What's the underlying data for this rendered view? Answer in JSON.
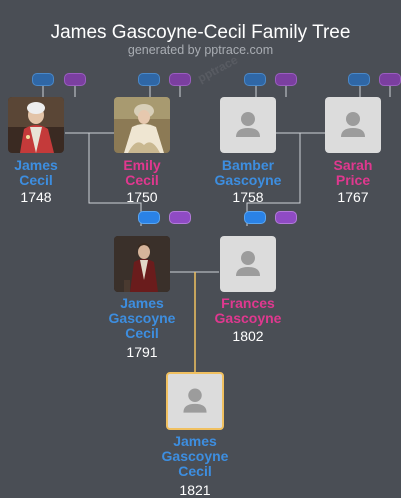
{
  "header": {
    "title": "James Gascoyne-Cecil Family Tree",
    "subtitle": "generated by pptrace.com",
    "watermark": "pptrace"
  },
  "people": {
    "james_cecil": {
      "first": "James",
      "last": "Cecil",
      "year": "1748",
      "gender": "male"
    },
    "emily_cecil": {
      "first": "Emily",
      "last": "Cecil",
      "year": "1750",
      "gender": "female"
    },
    "bamber_gascoyne": {
      "first": "Bamber",
      "last": "Gascoyne",
      "year": "1758",
      "gender": "male"
    },
    "sarah_price": {
      "first": "Sarah",
      "last": "Price",
      "year": "1767",
      "gender": "female"
    },
    "james_gc_1791": {
      "first": "James",
      "middle": "Gascoyne",
      "last": "Cecil",
      "year": "1791",
      "gender": "male"
    },
    "frances_gascoyne": {
      "first": "Frances",
      "last": "Gascoyne",
      "year": "1802",
      "gender": "female"
    },
    "james_gc_1821": {
      "first": "James",
      "middle": "Gascoyne",
      "last": "Cecil",
      "year": "1821",
      "gender": "male"
    }
  },
  "colors": {
    "background": "#4a4e55",
    "male": "#3d8ee0",
    "female": "#e0388f",
    "connector": "#cfd2d6",
    "descendant_line": "#f0c060"
  }
}
